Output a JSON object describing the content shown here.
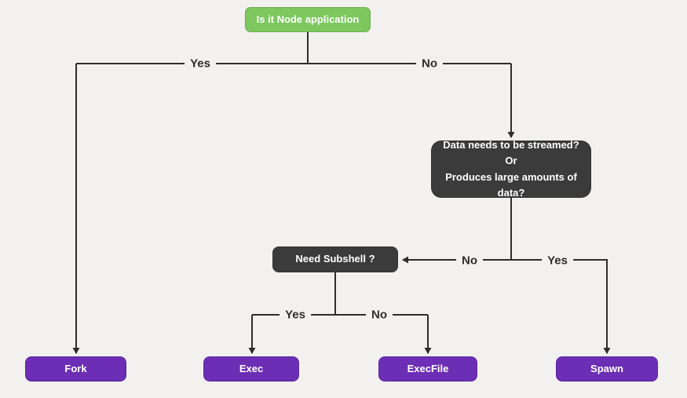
{
  "canvas": {
    "background_color": "#f2f1ef",
    "line_color": "#2d2d2d"
  },
  "nodes": {
    "root": {
      "label": "Is it Node application",
      "color": "#7dc75e",
      "type": "decision"
    },
    "streamed": {
      "label_line1": "Data needs to be streamed?",
      "label_line2": "Or",
      "label_line3": "Produces large amounts of data?",
      "color": "#3b3b3b",
      "type": "decision"
    },
    "subshell": {
      "label": "Need Subshell ?",
      "color": "#3b3b3b",
      "type": "decision"
    },
    "fork": {
      "label": "Fork",
      "color": "#6c2eb4",
      "type": "result"
    },
    "exec": {
      "label": "Exec",
      "color": "#6c2eb4",
      "type": "result"
    },
    "execfile": {
      "label": "ExecFile",
      "color": "#6c2eb4",
      "type": "result"
    },
    "spawn": {
      "label": "Spawn",
      "color": "#6c2eb4",
      "type": "result"
    }
  },
  "edge_labels": {
    "root_yes": "Yes",
    "root_no": "No",
    "streamed_no": "No",
    "streamed_yes": "Yes",
    "subshell_yes": "Yes",
    "subshell_no": "No"
  }
}
